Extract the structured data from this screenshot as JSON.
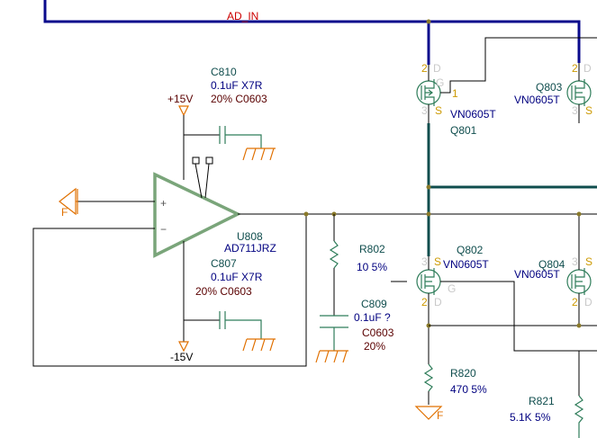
{
  "net": {
    "ad_in": "AD_IN"
  },
  "rails": {
    "pos": "+15V",
    "neg": "-15V",
    "gnd_mark": "F"
  },
  "opamp": {
    "ref": "U808",
    "part": "AD711JRZ",
    "plus": "+",
    "minus": "−"
  },
  "c810": {
    "ref": "C810",
    "value": "0.1uF X7R",
    "tol": "20% C0603"
  },
  "c807": {
    "ref": "C807",
    "value": "0.1uF X7R",
    "tol": "20% C0603"
  },
  "c809": {
    "ref": "C809",
    "value": "0.1uF ?",
    "pkg": "C0603",
    "tol": "20%"
  },
  "r802": {
    "ref": "R802",
    "value": "10 5%"
  },
  "r820": {
    "ref": "R820",
    "value": "470 5%"
  },
  "r821": {
    "ref": "R821",
    "value": "5.1K 5%"
  },
  "q801": {
    "ref": "Q801",
    "part": "VN0605T"
  },
  "q802": {
    "ref": "Q802",
    "part": "VN0605T"
  },
  "q803": {
    "ref": "Q803",
    "part": "VN0605T"
  },
  "q804": {
    "ref": "Q804",
    "part": "VN0605T"
  },
  "pins": {
    "d": "D",
    "g": "G",
    "s": "S",
    "p1": "1",
    "p2": "2",
    "p3": "3"
  }
}
